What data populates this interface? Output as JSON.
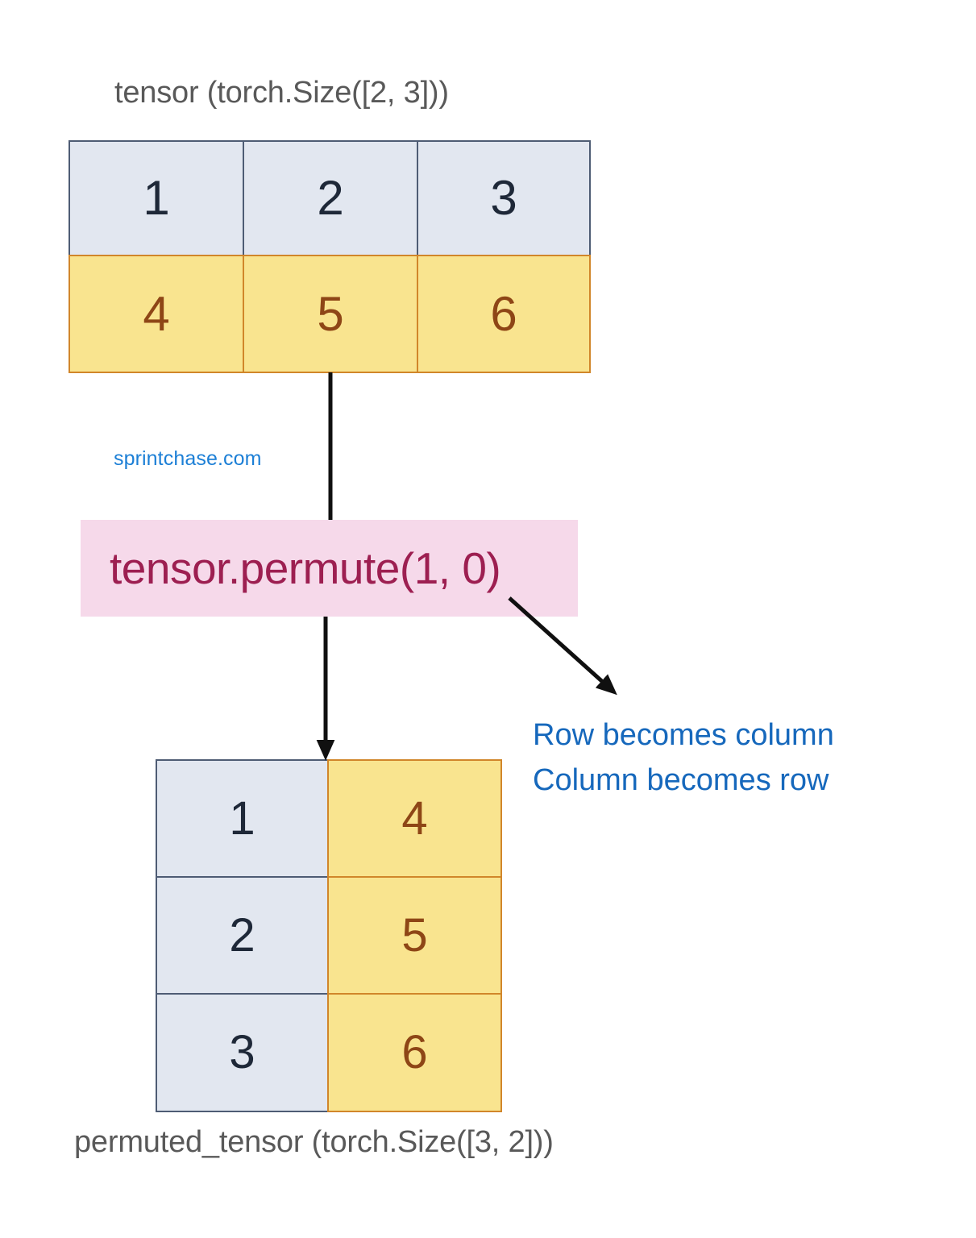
{
  "diagram": {
    "title_top": "tensor (torch.Size([2, 3]))",
    "title_bottom": "permuted_tensor (torch.Size([3, 2]))",
    "operation_label": "tensor.permute(1, 0)",
    "note_line_1": "Row becomes column",
    "note_line_2": "Column becomes row",
    "watermark": "sprintchase.com"
  },
  "tensor": {
    "shape": "[2, 3]",
    "rows": [
      {
        "style": "blue",
        "values": [
          "1",
          "2",
          "3"
        ]
      },
      {
        "style": "yellow",
        "values": [
          "4",
          "5",
          "6"
        ]
      }
    ]
  },
  "permuted_tensor": {
    "shape": "[3, 2]",
    "rows": [
      {
        "values": [
          "1",
          "4"
        ],
        "styles": [
          "blue",
          "yellow"
        ]
      },
      {
        "values": [
          "2",
          "5"
        ],
        "styles": [
          "blue",
          "yellow"
        ]
      },
      {
        "values": [
          "3",
          "6"
        ],
        "styles": [
          "blue",
          "yellow"
        ]
      }
    ]
  },
  "colors": {
    "blue_fill": "#e2e7f0",
    "blue_border": "#4e5c74",
    "blue_text": "#1e2838",
    "yellow_fill": "#f9e48f",
    "yellow_border": "#d1862a",
    "yellow_text": "#8e4616",
    "pink_fill": "#f6d9ea",
    "pink_text": "#9d1f51",
    "note_text": "#1668bc",
    "caption_text": "#595959",
    "watermark_text": "#1c7fd6",
    "arrow": "#101010"
  }
}
